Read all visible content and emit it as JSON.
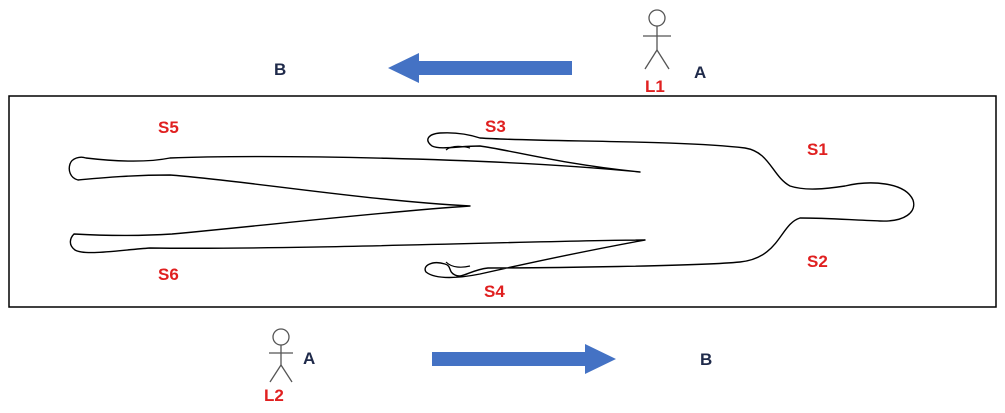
{
  "diagram": {
    "labels": {
      "top_b": "B",
      "top_a": "A",
      "l1": "L1",
      "bottom_a": "A",
      "bottom_b": "B",
      "l2": "L2",
      "s1": "S1",
      "s2": "S2",
      "s3": "S3",
      "s4": "S4",
      "s5": "S5",
      "s6": "S6"
    },
    "colors": {
      "sensor_label": "#e02020",
      "direction_label": "#1f2a4a",
      "arrow": "#4472c4",
      "outline": "#000000"
    },
    "icons": {
      "observer": "stick-figure-icon",
      "direction": "arrow-icon"
    }
  }
}
